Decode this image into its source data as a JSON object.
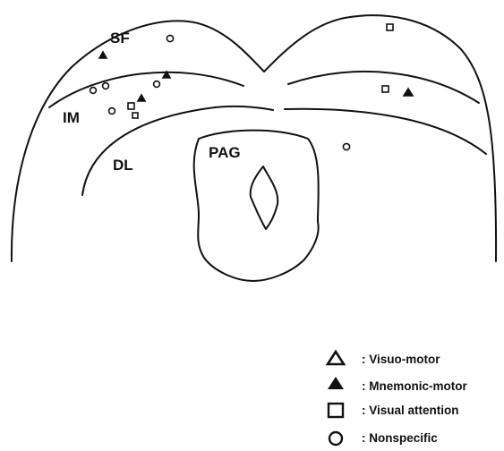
{
  "regions": {
    "sf": "SF",
    "im": "IM",
    "dl": "DL",
    "pag": "PAG"
  },
  "legend": [
    {
      "symbol": "open-triangle-icon",
      "label": ": Visuo-motor"
    },
    {
      "symbol": "filled-triangle-icon",
      "label": ": Mnemonic-motor"
    },
    {
      "symbol": "open-square-icon",
      "label": ": Visual attention"
    },
    {
      "symbol": "open-circle-icon",
      "label": ": Nonspecific"
    }
  ],
  "colors": {
    "ink": "#111111",
    "background": "#ffffff"
  }
}
